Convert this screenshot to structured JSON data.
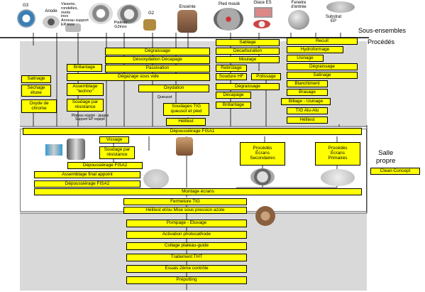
{
  "components": {
    "g3": "G3",
    "anode": "Anode",
    "screws": "Visserie,\nrondelles,\nrivets\ninox\nAnneau support\nEP inox",
    "plateau": "Plateau\nG3inox",
    "g2": "G2",
    "enclosure": "Enceinte",
    "pied_moule": "Pied moulé",
    "glace": "Glace ES",
    "fenetre": "Fenetre\nd'entrée",
    "substrat": "Substrat\nEP"
  },
  "side_labels": {
    "sous_ensembles": "Sous-ensembles",
    "procedes": "Procédés",
    "salle_propre": "Salle\npropre"
  },
  "boxes": {
    "degraissage1": "Dégraissage",
    "desoxydation": "Désoxydation Décapage",
    "passivation": "Passivation",
    "brillantage1": "Brillantage",
    "degazage": "Dégazage sous vide",
    "satinage1": "Satinage",
    "sechage": "Séchage\nétuve",
    "oxyde_chrome": "Oxyde de\nchrome",
    "assemblage_techno": "Assemblage\n\"techno\"",
    "soudage_resistance1": "Soudage par\nrésistance",
    "oxydation": "Oxydation",
    "soudages_tig": "Soudages TIG\nqueusot et pied",
    "heliltest1": "Hélitest",
    "sablage": "Sablage",
    "decarburation": "Décarburation",
    "moulage": "Moulage",
    "rebrulage": "Rebrûlage",
    "soudure_hf": "Soudure HF",
    "polissage": "Polissage",
    "degraissage2": "Dégraissage",
    "decapage": "Décapage",
    "brillantage2": "Brillantage",
    "recuit": "Recuit",
    "hydroformage": "Hydroformage",
    "usinage": "Usinage",
    "degraissage3": "Dégraissage",
    "satinage2": "Satinage",
    "blanchiment": "Blanchiment",
    "brasage": "Brasage",
    "billage": "Billage - Usinage",
    "tig_alu": "TIG Alu-Alu",
    "heliltest2": "Hélitest",
    "depoussierage_fisa1": "Dépoussiérage FISA1",
    "vissage": "Vissage",
    "soudage_resistance2": "Soudage par\nrésistance",
    "depoussierage_fisa2a": "Dépoussiérage FISA2",
    "assemblage_final": "Assemblage final appoint",
    "depoussierage_fisa2b": "Dépoussiérage FISA2",
    "procedes_ecrans_sec": "Procédés\nÉcrans\nSecondaires",
    "procedes_ecrans_prim": "Procédés\nÉcrans\nPrimaires",
    "clean_concept": "Clean-Concept",
    "montage_ecrans": "Montage écrans",
    "fermeture_tig": "Fermeture TIG",
    "heliltest_mise": "Hélitest et/ou Mise sous pression azote",
    "pompage": "Pompage - Etuvage",
    "activation": "Activation photocathode",
    "collage": "Collage plateau-guide",
    "traitement_tht": "Traitement THT",
    "essais": "Essais 2ème contrôle",
    "prepotting": "Prépotting"
  },
  "notes": {
    "plateau_note": "Plateau equipé - jauges\nSupport EP equipé",
    "queusot": "Queusot"
  },
  "colors": {
    "box_fill": "#ffff00",
    "zone_grey": "#d9d9d9",
    "line": "#000000"
  }
}
